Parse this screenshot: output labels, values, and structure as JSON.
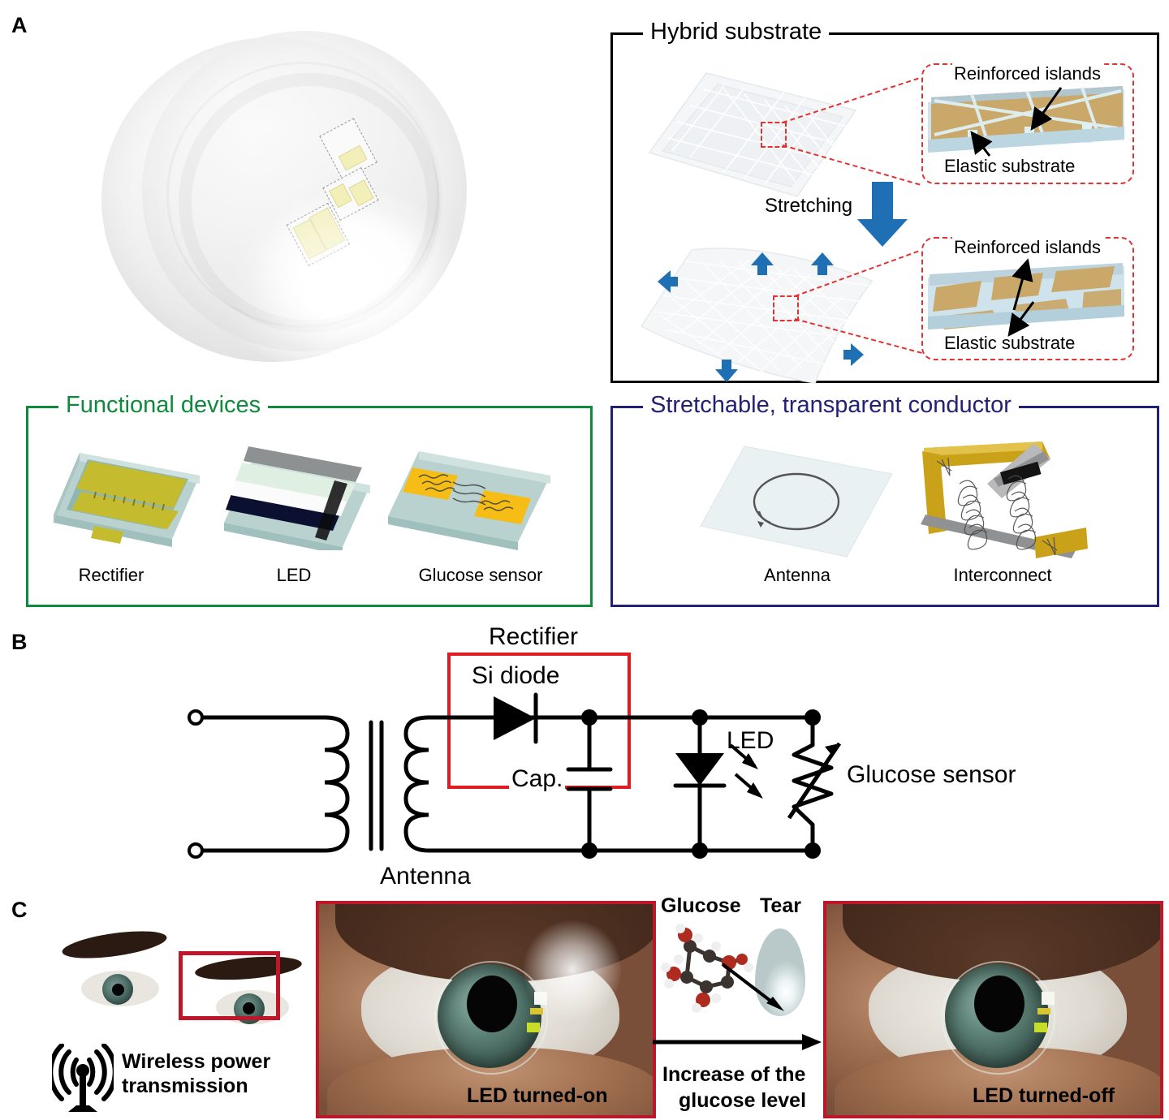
{
  "figure": {
    "panels": [
      {
        "letter": "A"
      },
      {
        "letter": "B"
      },
      {
        "letter": "C"
      }
    ]
  },
  "panel_a": {
    "lens": {
      "device_labels": []
    },
    "hybrid_substrate": {
      "title": "Hybrid substrate",
      "process_label": "Stretching",
      "inset_top": {
        "label_top": "Reinforced islands",
        "label_bottom": "Elastic substrate"
      },
      "inset_bottom": {
        "label_top": "Reinforced islands",
        "label_bottom": "Elastic substrate"
      },
      "colors": {
        "frame": "#000000",
        "inset_border": "#e03434",
        "arrow": "#1f6fb5",
        "island": "#c9a86a",
        "substrate": "#cfe3ec"
      }
    },
    "functional_devices": {
      "title": "Functional devices",
      "color": "#0e8a3c",
      "items": [
        {
          "caption": "Rectifier"
        },
        {
          "caption": "LED"
        },
        {
          "caption": "Glucose sensor"
        }
      ]
    },
    "stretchable_conductor": {
      "title": "Stretchable, transparent conductor",
      "color": "#232176",
      "items": [
        {
          "caption": "Antenna"
        },
        {
          "caption": "Interconnect"
        }
      ]
    }
  },
  "panel_b": {
    "title": "Rectifier",
    "box_color": "#e01b24",
    "labels": {
      "si_diode": "Si diode",
      "cap": "Cap.",
      "antenna": "Antenna",
      "led": "LED",
      "glucose_sensor": "Glucose sensor"
    }
  },
  "panel_c": {
    "face": {
      "label": "Wireless power\ntransmission",
      "label_line1": "Wireless power",
      "label_line2": "transmission",
      "icon": "wireless-signal-icon",
      "highlight_color": "#c0162a"
    },
    "eye_on": {
      "label": "LED turned-on",
      "frame_color": "#c0162a"
    },
    "middle": {
      "glucose_label": "Glucose",
      "tear_label": "Tear",
      "arrow_caption_line1": "Increase of the",
      "arrow_caption_line2": "glucose level"
    },
    "eye_off": {
      "label": "LED turned-off",
      "frame_color": "#c0162a"
    }
  }
}
